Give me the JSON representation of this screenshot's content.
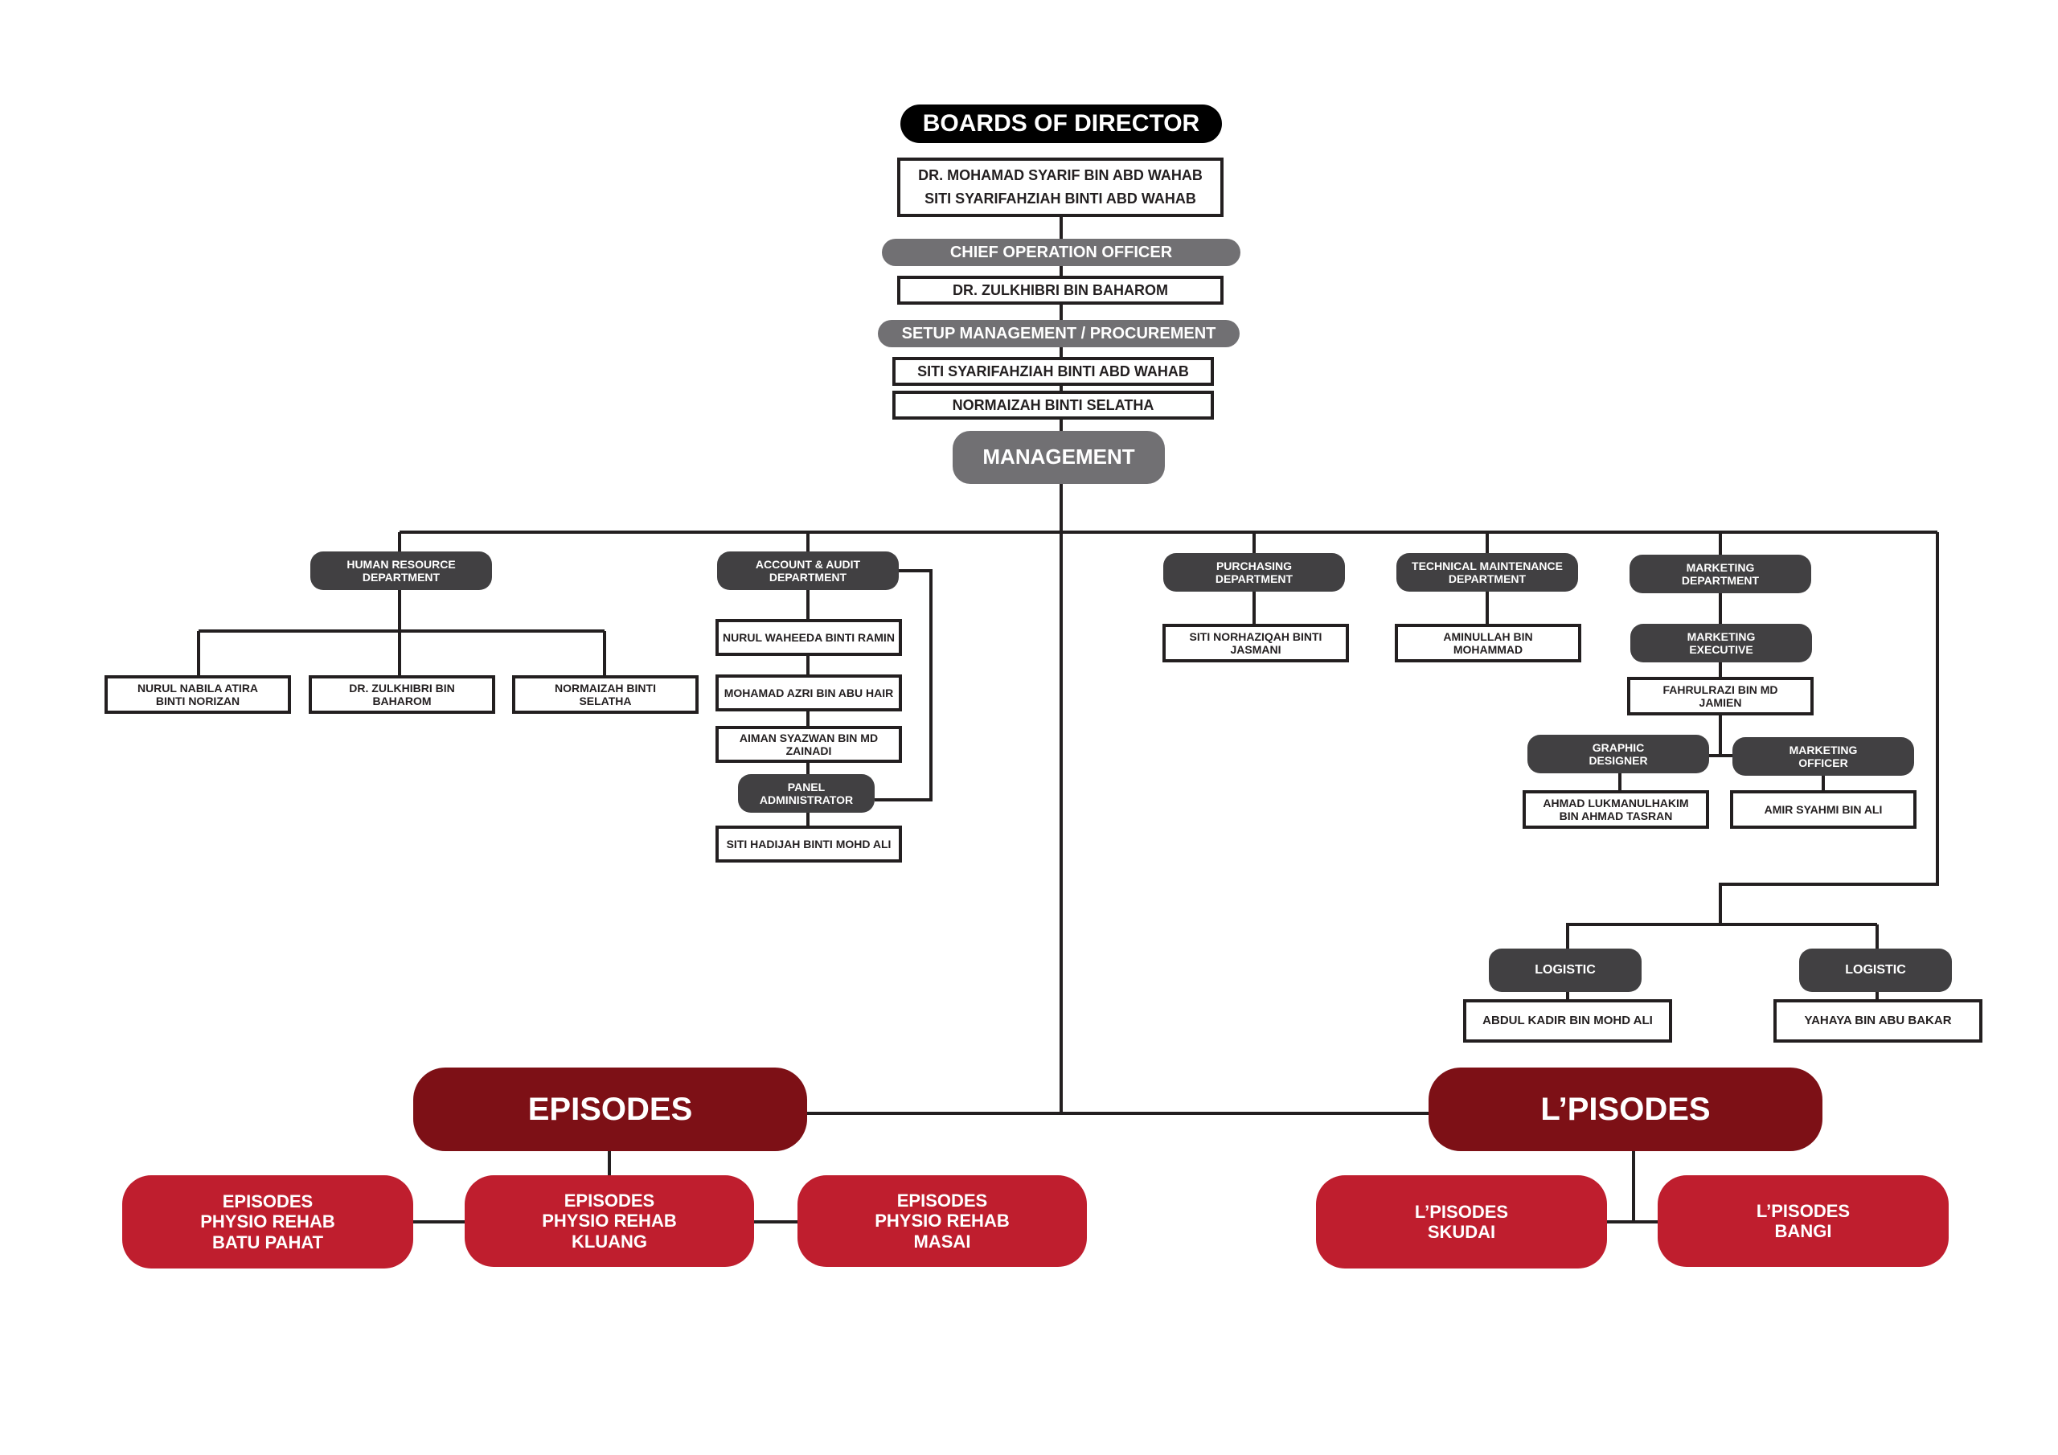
{
  "board": {
    "title": "BOARDS OF DIRECTOR",
    "members": [
      "DR. MOHAMAD SYARIF BIN ABD WAHAB",
      "SITI SYARIFAHZIAH BINTI ABD WAHAB"
    ]
  },
  "coo": {
    "title": "CHIEF OPERATION OFFICER",
    "member": "DR. ZULKHIBRI BIN BAHAROM"
  },
  "setup": {
    "title": "SETUP MANAGEMENT / PROCUREMENT",
    "members": [
      "SITI SYARIFAHZIAH BINTI ABD WAHAB",
      "NORMAIZAH BINTI SELATHA"
    ]
  },
  "management": {
    "title": "MANAGEMENT"
  },
  "hr": {
    "title": "HUMAN RESOURCE\nDEPARTMENT",
    "members": [
      "NURUL NABILA ATIRA\nBINTI NORIZAN",
      "DR. ZULKHIBRI BIN\nBAHAROM",
      "NORMAIZAH BINTI\nSELATHA"
    ]
  },
  "account": {
    "title": "ACCOUNT & AUDIT\nDEPARTMENT",
    "members": [
      "NURUL WAHEEDA BINTI RAMIN",
      "MOHAMAD AZRI BIN ABU HAIR",
      "AIMAN SYAZWAN BIN MD\nZAINADI"
    ],
    "panel_title": "PANEL\nADMINISTRATOR",
    "panel_member": "SITI HADIJAH BINTI MOHD ALI"
  },
  "purchasing": {
    "title": "PURCHASING\nDEPARTMENT",
    "member": "SITI NORHAZIQAH BINTI\nJASMANI"
  },
  "technical": {
    "title": "TECHNICAL MAINTENANCE\nDEPARTMENT",
    "member": "AMINULLAH BIN\nMOHAMMAD"
  },
  "marketing": {
    "title": "MARKETING\nDEPARTMENT",
    "executive_title": "MARKETING\nEXECUTIVE",
    "executive_member": "FAHRULRAZI BIN MD\nJAMIEN",
    "designer_title": "GRAPHIC\nDESIGNER",
    "designer_member": "AHMAD LUKMANULHAKIM\nBIN AHMAD TASRAN",
    "officer_title": "MARKETING\nOFFICER",
    "officer_member": "AMIR SYAHMI BIN ALI"
  },
  "logistic": [
    {
      "title": "LOGISTIC",
      "member": "ABDUL KADIR BIN MOHD ALI"
    },
    {
      "title": "LOGISTIC",
      "member": "YAHAYA BIN ABU BAKAR"
    }
  ],
  "episodes": {
    "title": "EPISODES",
    "branches": [
      "EPISODES\nPHYSIO REHAB\nBATU PAHAT",
      "EPISODES\nPHYSIO REHAB\nKLUANG",
      "EPISODES\nPHYSIO REHAB\nMASAI"
    ]
  },
  "lpisodes": {
    "title": "L’PISODES",
    "branches": [
      "L’PISODES\nSKUDAI",
      "L’PISODES\nBANGI"
    ]
  },
  "colors": {
    "line": "#231f20",
    "dark_box": "#414042",
    "grey_pill": "#717073",
    "maroon": "#7d1016",
    "red": "#bf1e2e"
  }
}
